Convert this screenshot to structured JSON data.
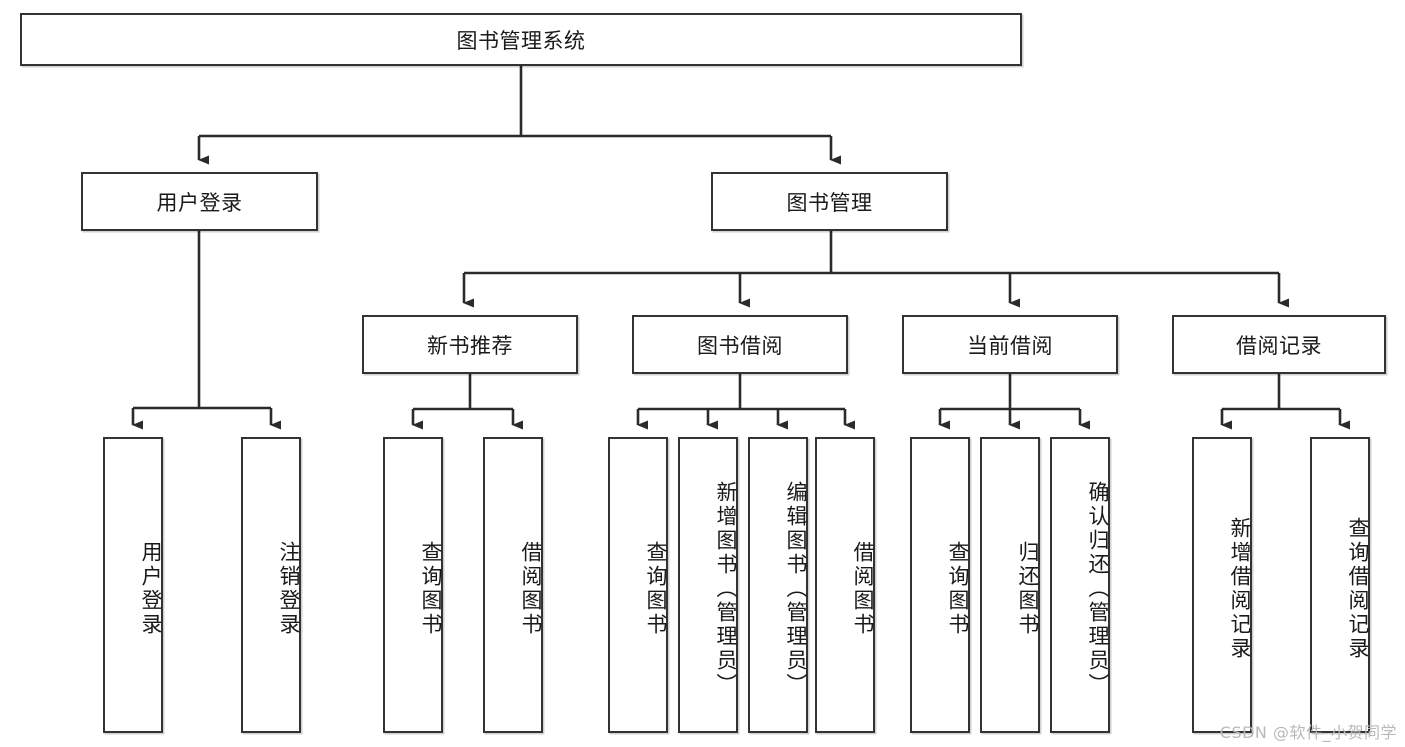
{
  "diagram": {
    "type": "hierarchy-tree",
    "title": "图书管理系统",
    "root": {
      "id": "root",
      "label": "图书管理系统",
      "orientation": "horizontal"
    },
    "level2": [
      {
        "id": "user-login",
        "label": "用户登录",
        "orientation": "horizontal"
      },
      {
        "id": "book-manage",
        "label": "图书管理",
        "orientation": "horizontal"
      }
    ],
    "level3": [
      {
        "id": "new-book-recommend",
        "label": "新书推荐",
        "orientation": "horizontal"
      },
      {
        "id": "book-borrow",
        "label": "图书借阅",
        "orientation": "horizontal"
      },
      {
        "id": "current-borrow",
        "label": "当前借阅",
        "orientation": "horizontal"
      },
      {
        "id": "borrow-record",
        "label": "借阅记录",
        "orientation": "horizontal"
      }
    ],
    "leaves": [
      {
        "id": "leaf-user-login",
        "label": "用户登录",
        "parent": "user-login",
        "orientation": "vertical"
      },
      {
        "id": "leaf-logout",
        "label": "注销登录",
        "parent": "user-login",
        "orientation": "vertical"
      },
      {
        "id": "leaf-query-book-1",
        "label": "查询图书",
        "parent": "new-book-recommend",
        "orientation": "vertical"
      },
      {
        "id": "leaf-borrow-book-1",
        "label": "借阅图书",
        "parent": "new-book-recommend",
        "orientation": "vertical"
      },
      {
        "id": "leaf-query-book-2",
        "label": "查询图书",
        "parent": "book-borrow",
        "orientation": "vertical"
      },
      {
        "id": "leaf-add-book",
        "label": "新增图书（管理员）",
        "parent": "book-borrow",
        "orientation": "vertical"
      },
      {
        "id": "leaf-edit-book",
        "label": "编辑图书（管理员）",
        "parent": "book-borrow",
        "orientation": "vertical"
      },
      {
        "id": "leaf-borrow-book-2",
        "label": "借阅图书",
        "parent": "book-borrow",
        "orientation": "vertical"
      },
      {
        "id": "leaf-query-book-3",
        "label": "查询图书",
        "parent": "current-borrow",
        "orientation": "vertical"
      },
      {
        "id": "leaf-return-book",
        "label": "归还图书",
        "parent": "current-borrow",
        "orientation": "vertical"
      },
      {
        "id": "leaf-confirm-return",
        "label": "确认归还（管理员）",
        "parent": "current-borrow",
        "orientation": "vertical"
      },
      {
        "id": "leaf-add-record",
        "label": "新增借阅记录",
        "parent": "borrow-record",
        "orientation": "vertical"
      },
      {
        "id": "leaf-query-record",
        "label": "查询借阅记录",
        "parent": "borrow-record",
        "orientation": "vertical"
      }
    ]
  },
  "watermark": {
    "text": "CSDN @软件_小贺同学"
  },
  "colors": {
    "background": "#ffffff",
    "box_border": "#333333",
    "connector": "#2b2b2b",
    "text": "#1a1a1a",
    "watermark": "#b9b9b9"
  }
}
